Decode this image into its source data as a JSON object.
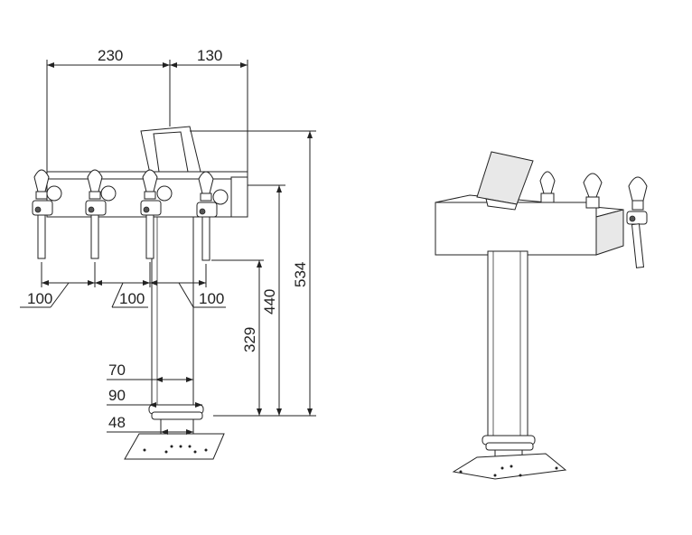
{
  "drawing": {
    "dimensions": {
      "top_left_width": "230",
      "top_right_width": "130",
      "tap_spacing_1": "100",
      "tap_spacing_2": "100",
      "tap_spacing_3": "100",
      "total_height": "534",
      "block_bottom_height": "440",
      "tap_outlet_height": "329",
      "column_inner": "70",
      "column_outer": "90",
      "base_hole": "48"
    }
  }
}
